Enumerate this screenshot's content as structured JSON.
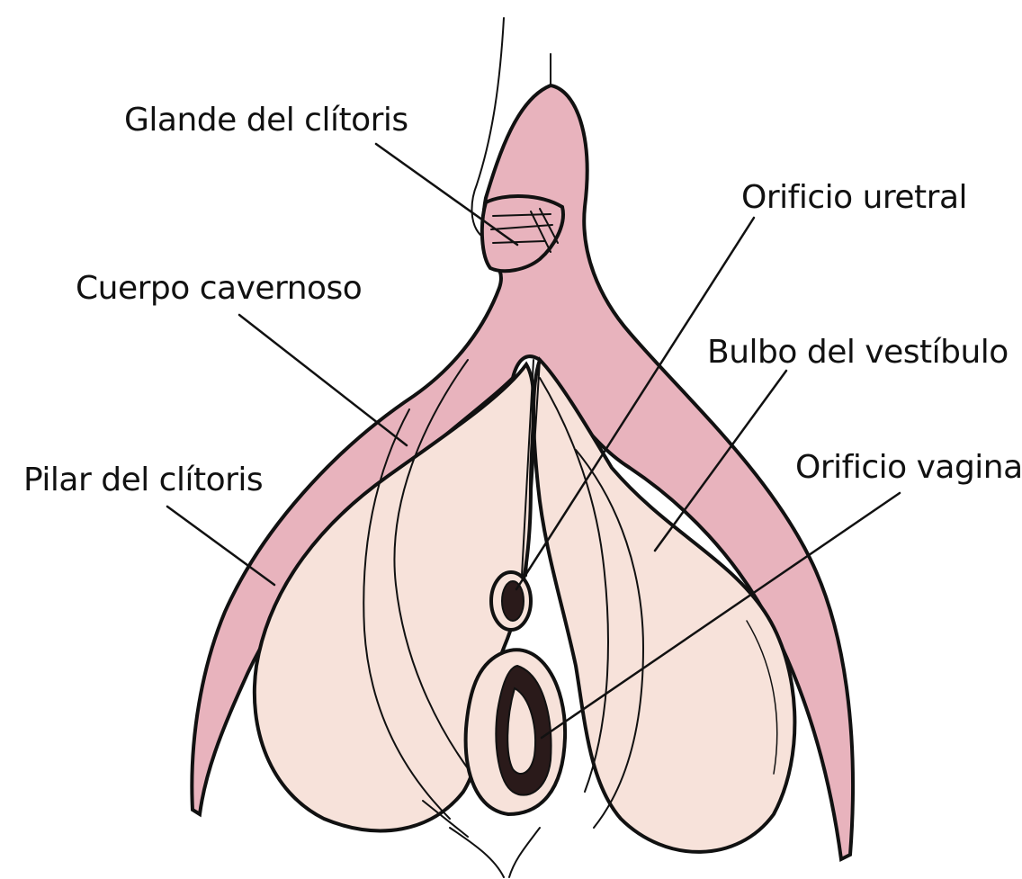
{
  "colors": {
    "erectile_pink": "#e8b3bd",
    "bulb_flesh": "#f7e2da",
    "outline": "#111111",
    "background": "#ffffff"
  },
  "labels": {
    "glande": "Glande del clítoris",
    "uretral": "Orificio uretral",
    "cuerpo": "Cuerpo cavernoso",
    "bulbo": "Bulbo del vestíbulo",
    "vaginal": "Orificio vaginal",
    "pilar": "Pilar del clítoris"
  }
}
